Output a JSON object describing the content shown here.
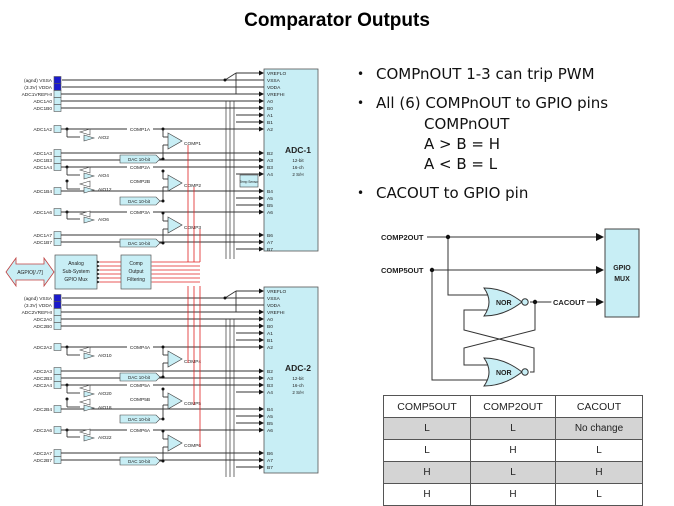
{
  "title": "Comparator Outputs",
  "bullets": {
    "item1": "COMPnOUT  1-3 can trip PWM",
    "item2": "All (6) COMPnOUT  to GPIO pins",
    "item2_sub": [
      "COMPnOUT",
      "A > B = H",
      "A < B = L"
    ],
    "item3": "CACOUT to GPIO pin"
  },
  "colors": {
    "block_fill": "#c8eef5",
    "pin_dark": "#1a1acc",
    "wire_red": "#e02020",
    "row_shade": "#d4d4d4"
  },
  "adc_diagram": {
    "adc1": {
      "title": "ADC-1",
      "spec1": "12-bit",
      "spec2": "16-ch",
      "spec3": "2 S/H",
      "supply_pins": [
        "(agnd) VSSA",
        "(3.3V) VDDA",
        "ADC1VREFHI",
        "ADC1A0",
        "ADC1B0"
      ],
      "inputs": [
        "ADC1A2",
        "ADC1A3",
        "ADC1B3",
        "ADC1A4",
        "ADC1B4",
        "ADC1A6",
        "ADC1A7",
        "ADC1B7"
      ],
      "ports": [
        "VREFLO",
        "VSSA",
        "VDDA",
        "VREFHI",
        "A0",
        "B0",
        "A1",
        "B1",
        "A2",
        "B2",
        "A3",
        "B3",
        "A4",
        "B4",
        "A5",
        "B5",
        "A6",
        "B6",
        "A7",
        "B7"
      ],
      "aio": [
        "AIO2",
        "AIO4",
        "AIO12",
        "AIO6"
      ],
      "comp_signals": [
        "COMP1A",
        "COMP2A",
        "COMP2B",
        "COMP3A"
      ],
      "comps": [
        "COMP1",
        "COMP2",
        "COMP3"
      ],
      "temp_sensor": "Temp Sensor"
    },
    "adc2": {
      "title": "ADC-2",
      "spec1": "12-bit",
      "spec2": "16-ch",
      "spec3": "2 S/H",
      "supply_pins": [
        "(agnd) VSSA",
        "(3.3V) VDDA",
        "ADC2VREFHI",
        "ADC2A0",
        "ADC2B0"
      ],
      "inputs": [
        "ADC2A2",
        "ADC2A3",
        "ADC2B3",
        "ADC2A4",
        "ADC2B4",
        "ADC2A6",
        "ADC2A7",
        "ADC2B7"
      ],
      "ports": [
        "VREFLO",
        "VSSA",
        "VDDA",
        "VREFHI",
        "A0",
        "B0",
        "A1",
        "B1",
        "A2",
        "B2",
        "A3",
        "B3",
        "A4",
        "B4",
        "A5",
        "B5",
        "A6",
        "B6",
        "A7",
        "B7"
      ],
      "aio": [
        "AIO10",
        "AIO20",
        "AIO18",
        "AIO22"
      ],
      "comp_signals": [
        "COMP4A",
        "COMP5A",
        "COMP5B",
        "COMP6A"
      ],
      "comps": [
        "COMP4",
        "COMP5",
        "COMP6"
      ]
    },
    "dac_label": "DAC 10-bit",
    "gpio_arrow": "AGPIO[/./7]",
    "gpio_mux": [
      "Analog",
      "Sub-System",
      "GPIO Mux"
    ],
    "filter": [
      "Comp",
      "Output",
      "Filtering"
    ]
  },
  "latch_diagram": {
    "in1": "COMP2OUT",
    "in2": "COMP5OUT",
    "gate1": "NOR",
    "gate2": "NOR",
    "out": "CACOUT",
    "mux": [
      "GPIO",
      "MUX"
    ]
  },
  "truth_table": {
    "headers": [
      "COMP5OUT",
      "COMP2OUT",
      "CACOUT"
    ],
    "rows": [
      [
        "L",
        "L",
        "No change"
      ],
      [
        "L",
        "H",
        "L"
      ],
      [
        "H",
        "L",
        "H"
      ],
      [
        "H",
        "H",
        "L"
      ]
    ]
  }
}
